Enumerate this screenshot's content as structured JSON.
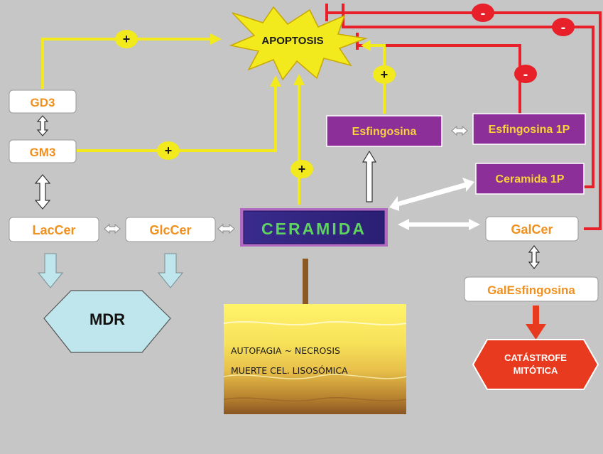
{
  "nodes": {
    "apoptosis": "APOPTOSIS",
    "gd3": "GD3",
    "gm3": "GM3",
    "laccer": "LacCer",
    "glccer": "GlcCer",
    "ceramida": "CERAMIDA",
    "esfingosina": "Esfingosina",
    "esfingosina_1p": "Esfingosina 1P",
    "ceramida_1p": "Ceramida 1P",
    "galcer": "GalCer",
    "galesfingosina": "GalEsfingosina",
    "mdr": "MDR",
    "catastrofe_line1": "CATÁSTROFE",
    "catastrofe_line2": "MITÓTICA",
    "autofagia_line1": "AUTOFAGIA ~ NECROSIS",
    "autofagia_line2": "MUERTE CEL. LISOSÓMICA"
  },
  "signs": {
    "plus": "+",
    "minus": "-"
  },
  "colors": {
    "background": "#c6c6c6",
    "positive": "#f2ea1c",
    "negative": "#e8202a",
    "node_text_orange": "#f0901e",
    "purple_box": "#8c2f98",
    "purple_text": "#f7d23a",
    "ceramida_fill": "#3a2b8c",
    "ceramida_text": "#5fd35f",
    "mdr_fill": "#bfe6ec",
    "catastrofe_fill": "#e83a1e",
    "brown_arrow": "#8a5a22"
  }
}
